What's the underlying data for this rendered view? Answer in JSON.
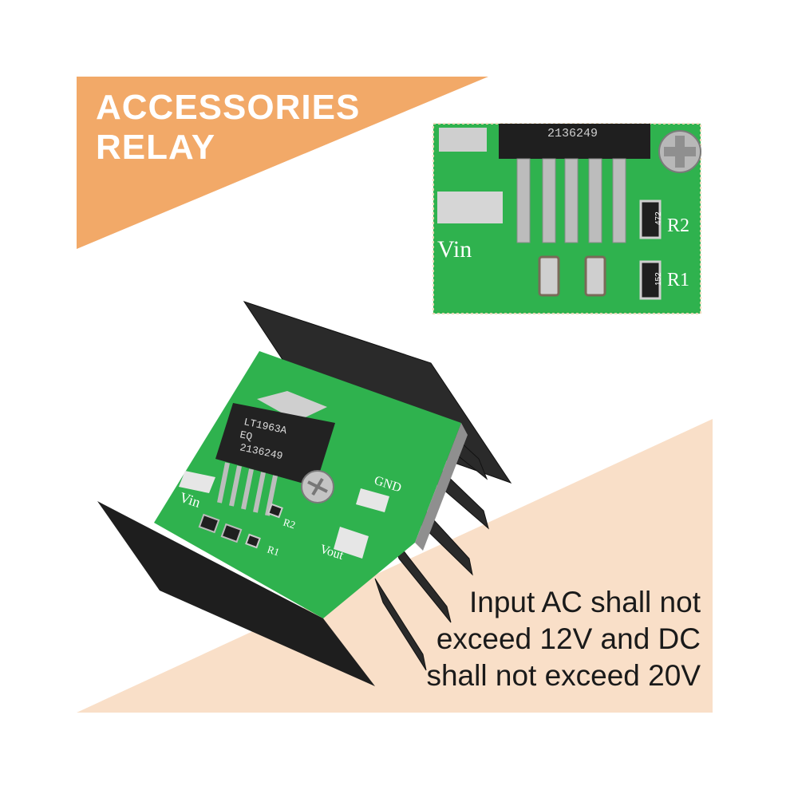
{
  "banner": {
    "line1": "ACCESSORIES",
    "line2": "RELAY",
    "color": "#F2A968"
  },
  "caption": {
    "line1": "Input AC shall not",
    "line2": "exceed 12V and DC",
    "line3": "shall not exceed 20V",
    "bg_color": "#F9DFC8"
  },
  "board_labels": {
    "chip_line1": "LT1963A",
    "chip_line2": "EQ",
    "chip_line3": "2136249",
    "vin": "Vin",
    "gnd": "GND",
    "vout": "Vout",
    "r1": "R1",
    "r2": "R2"
  },
  "inset_labels": {
    "chip_code": "2136249",
    "vin": "Vin",
    "r1": "R1",
    "r2": "R2",
    "res_r1": "152",
    "res_r2": "472"
  },
  "colors": {
    "pcb_green": "#2FB24E",
    "heatsink": "#1E1E1E"
  }
}
